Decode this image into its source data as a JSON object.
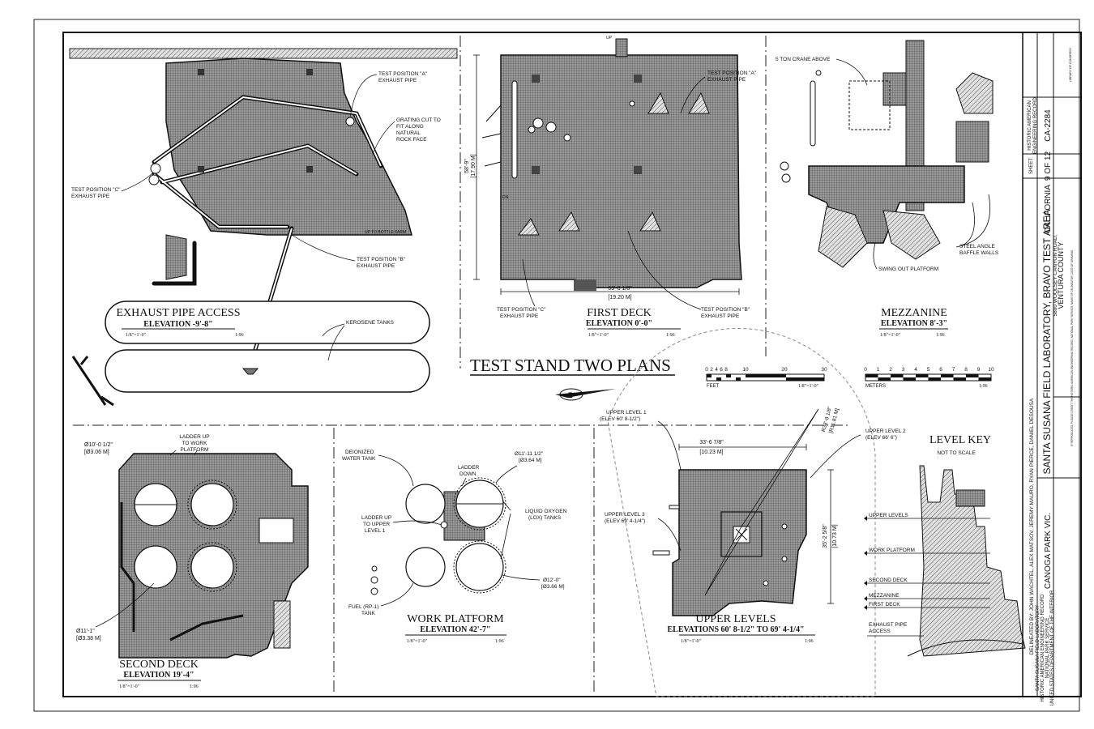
{
  "sheet_title": "TEST STAND TWO PLANS",
  "views": {
    "exhaust": {
      "title": "EXHAUST PIPE ACCESS",
      "elevation": "ELEVATION -9'-8\"",
      "scale_left": "1/8\"=1'-0\"",
      "scale_right": "1:96"
    },
    "first_deck": {
      "title": "FIRST DECK",
      "elevation": "ELEVATION 0'-0\"",
      "scale_left": "1/8\"=1'-0\"",
      "scale_right": "1:96"
    },
    "mezzanine": {
      "title": "MEZZANINE",
      "elevation": "ELEVATION 8'-3\"",
      "scale_left": "1/8\"=1'-0\"",
      "scale_right": "1:96"
    },
    "second_deck": {
      "title": "SECOND DECK",
      "elevation": "ELEVATION 19'-4\"",
      "scale_left": "1/8\"=1'-0\"",
      "scale_right": "1:96"
    },
    "work_platform": {
      "title": "WORK PLATFORM",
      "elevation": "ELEVATION 42'-7\"",
      "scale_left": "1/8\"=1'-0\"",
      "scale_right": "1:96"
    },
    "upper_levels": {
      "title": "UPPER LEVELS",
      "elevation": "ELEVATIONS 60' 8-1/2\" TO 69' 4-1/4\"",
      "scale_left": "1/8\"=1'-0\"",
      "scale_right": "1:96"
    },
    "level_key": {
      "title": "LEVEL KEY",
      "subtitle": "NOT TO SCALE"
    }
  },
  "callouts": {
    "tp_a_exhaust_1": "TEST POSITION \"A\"",
    "tp_a_exhaust_2": "EXHAUST PIPE",
    "grating_1": "GRATING CUT TO",
    "grating_2": "FIT ALONG",
    "grating_3": "NATURAL",
    "grating_4": "ROCK FACE",
    "tp_c_1": "TEST POSITION \"C\"",
    "tp_c_2": "EXHAUST PIPE",
    "tp_b_1": "TEST POSITION \"B\"",
    "tp_b_2": "EXHAUST PIPE",
    "kerosene": "KEROSENE TANKS",
    "up_bottle": "UP TO BOTTLE FARM",
    "fd_tp_a_1": "TEST POSITION \"A\"",
    "fd_tp_a_2": "EXHAUST PIPE",
    "fd_tp_c_1": "TEST POSITION \"C\"",
    "fd_tp_c_2": "EXHAUST PIPE",
    "fd_tp_b_1": "TEST POSITION \"B\"",
    "fd_tp_b_2": "EXHAUST PIPE",
    "fd_dim_h_1": "58'-9\"",
    "fd_dim_h_2": "[17.90 M]",
    "fd_dim_w_1": "63'-0 1/8\"",
    "fd_dim_w_2": "[19.20 M]",
    "up": "UP",
    "dn": "DN",
    "crane": "5 TON CRANE ABOVE",
    "steel_1": "STEEL ANGLE",
    "steel_2": "BAFFLE WALLS",
    "swing": "SWING OUT PLATFORM",
    "sd_ladder_1": "LADDER UP",
    "sd_ladder_2": "TO WORK",
    "sd_ladder_3": "PLATFORM",
    "sd_d1_1": "Ø10'-0 1/2\"",
    "sd_d1_2": "[Ø3.06 M]",
    "sd_d2_1": "Ø11'-1\"",
    "sd_d2_2": "[Ø3.38 M]",
    "wp_deion_1": "DEIONIZED",
    "wp_deion_2": "WATER TANK",
    "wp_ladder_down_1": "LADDER",
    "wp_ladder_down_2": "DOWN",
    "wp_ladder_up_1": "LADDER UP",
    "wp_ladder_up_2": "TO UPPER",
    "wp_ladder_up_3": "LEVEL 1",
    "wp_fuel_1": "FUEL (RP-1)",
    "wp_fuel_2": "TANK",
    "wp_d1_1": "Ø11'-11 1/2\"",
    "wp_d1_2": "[Ø3.64 M]",
    "wp_lox_1": "LIQUID OXYGEN",
    "wp_lox_2": "(LOX) TANKS",
    "wp_d2_1": "Ø12'-0\"",
    "wp_d2_2": "[Ø3.66 M]",
    "ul1_1": "UPPER LEVEL 1",
    "ul1_2": "(ELEV 60' 8-1/2\")",
    "ul2_1": "UPPER LEVEL 2",
    "ul2_2": "(ELEV 66' 6\")",
    "ul3_1": "UPPER LEVEL 3",
    "ul3_2": "(ELEV 69' 4-1/4\")",
    "ul_dim_w_1": "33'-6 7/8\"",
    "ul_dim_w_2": "[10.23 M]",
    "ul_dim_h_1": "35'-2 5/8\"",
    "ul_dim_h_2": "[10.73 M]",
    "ul_radius_1": "R38'-8 1/8\"",
    "ul_radius_2": "[R11.81 M]",
    "lk_upper": "UPPER LEVELS",
    "lk_work": "WORK PLATFORM",
    "lk_second": "SECOND DECK",
    "lk_mezz": "MEZZANINE",
    "lk_first": "FIRST DECK",
    "lk_exhaust_1": "EXHAUST PIPE",
    "lk_exhaust_2": "ACCESS"
  },
  "scales": {
    "feet_ticks": [
      "0",
      "2",
      "4",
      "6",
      "8",
      "10",
      "20",
      "30"
    ],
    "feet_label": "FEET",
    "feet_ratio": "1/8\"=1'-0\"",
    "meter_ticks": [
      "0",
      "1",
      "2",
      "3",
      "4",
      "5",
      "6",
      "7",
      "8",
      "9",
      "10"
    ],
    "meter_label": "METERS",
    "meter_ratio": "1:96"
  },
  "title_block": {
    "project_1": "SANTA SUSANA FIELD LABORATORY, BRAVO TEST AREA",
    "project_2": "5800 WOOLSEY CANYON ROAD,",
    "county": "VENTURA COUNTY",
    "city": "CANOGA PARK VIC.",
    "state": "CALIFORNIA",
    "sheet_label": "SHEET",
    "sheet_num": "9 OF 12",
    "haer_1": "HISTORIC AMERICAN",
    "haer_2": "ENGINEERING RECORD",
    "haer_num": "CA-2284",
    "delineated": "DELINEATED BY: JOHN WACHTEL, ALEX MATSOV, JEREMY MAURO, RYAN PIERCE, DANIEL DESOUSA",
    "org_1": "SANTA SUSANA FIELD LABORATORY",
    "org_2": "HISTORIC AMERICAN ENGINEERING RECORD",
    "org_3": "NATIONAL PARK SERVICE",
    "org_4": "UNITED STATES DEPARTMENT OF THE INTERIOR",
    "fine_print": "IF REPRODUCED, PLEASE CREDIT THE HISTORIC AMERICAN ENGINEERING RECORD, NATIONAL PARK SERVICE, NAME OF DELINEATOR, DATE OF DRAWING",
    "small_tag": "LIBRARY OF CONGRESS"
  },
  "colors": {
    "ink": "#111111",
    "hatch": "#555555",
    "paper": "#ffffff",
    "fill": "#bdbdbd"
  }
}
